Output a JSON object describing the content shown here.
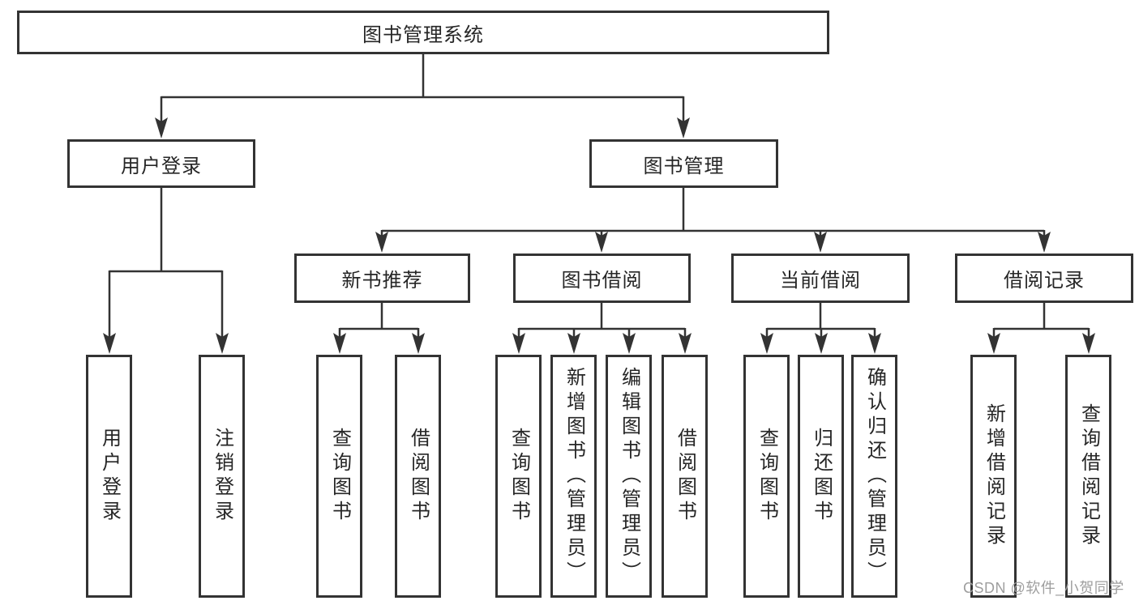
{
  "tree": {
    "root": {
      "label": "图书管理系统"
    },
    "branches": [
      {
        "label": "用户登录",
        "children": [
          {
            "label": "用户登录"
          },
          {
            "label": "注销登录"
          }
        ]
      },
      {
        "label": "图书管理",
        "children": [
          {
            "label": "新书推荐",
            "children": [
              {
                "label": "查询图书"
              },
              {
                "label": "借阅图书"
              }
            ]
          },
          {
            "label": "图书借阅",
            "children": [
              {
                "label": "查询图书"
              },
              {
                "label": "新增图书（管理员）"
              },
              {
                "label": "编辑图书（管理员）"
              },
              {
                "label": "借阅图书"
              }
            ]
          },
          {
            "label": "当前借阅",
            "children": [
              {
                "label": "查询图书"
              },
              {
                "label": "归还图书"
              },
              {
                "label": "确认归还（管理员）"
              }
            ]
          },
          {
            "label": "借阅记录",
            "children": [
              {
                "label": "新增借阅记录"
              },
              {
                "label": "查询借阅记录"
              }
            ]
          }
        ]
      }
    ]
  },
  "watermark": {
    "text": "CSDN @软件_小贺同学"
  },
  "colors": {
    "line": "#333333",
    "text": "#262626",
    "watermark": "#9e9e9e",
    "background": "#ffffff"
  }
}
